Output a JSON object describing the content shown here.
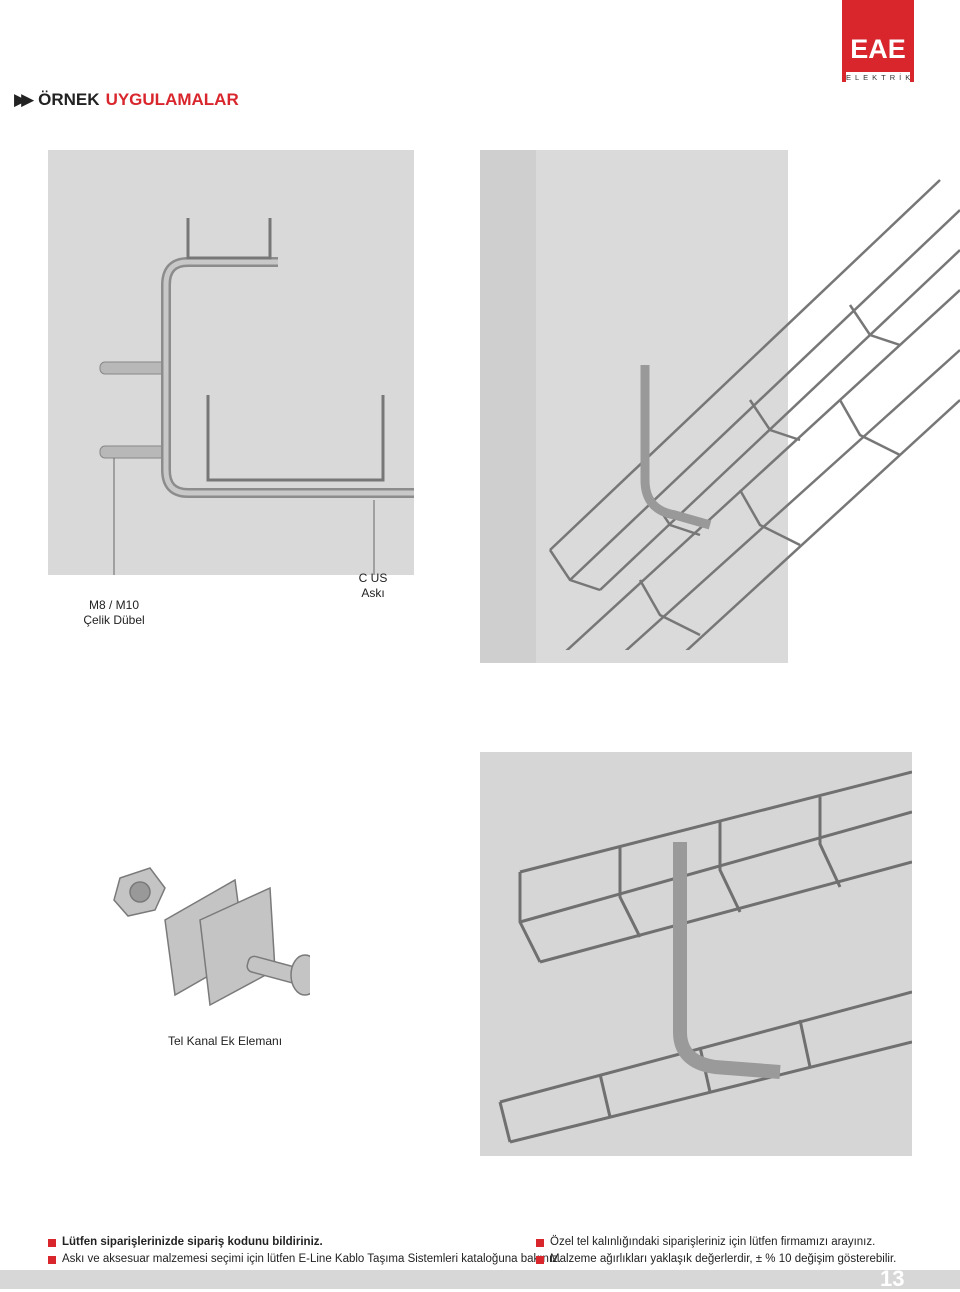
{
  "brand": {
    "name": "EAE",
    "sub": "ELEKTRİK",
    "color": "#d8262c"
  },
  "heading": {
    "prefix_icon": "double-arrow-right-icon",
    "part1": "ÖRNEK",
    "part2": "UYGULAMALAR"
  },
  "figures": {
    "fig1": {
      "label_left": [
        "M8 / M10",
        "Çelik Dübel"
      ],
      "label_right": [
        "C US",
        "Askı"
      ]
    },
    "fig3": {
      "label": "Tel Kanal Ek Elemanı"
    }
  },
  "notes": {
    "left": [
      "Lütfen siparişlerinizde sipariş kodunu bildiriniz.",
      "Askı ve aksesuar malzemesi seçimi için lütfen E-Line Kablo Taşıma Sistemleri kataloğuna bakınız."
    ],
    "right": [
      "Özel tel kalınlığındaki siparişleriniz için lütfen firmamızı arayınız.",
      "Malzeme ağırlıkları yaklaşık değerlerdir, ± % 10 değişim gösterebilir."
    ]
  },
  "page_number": "13"
}
